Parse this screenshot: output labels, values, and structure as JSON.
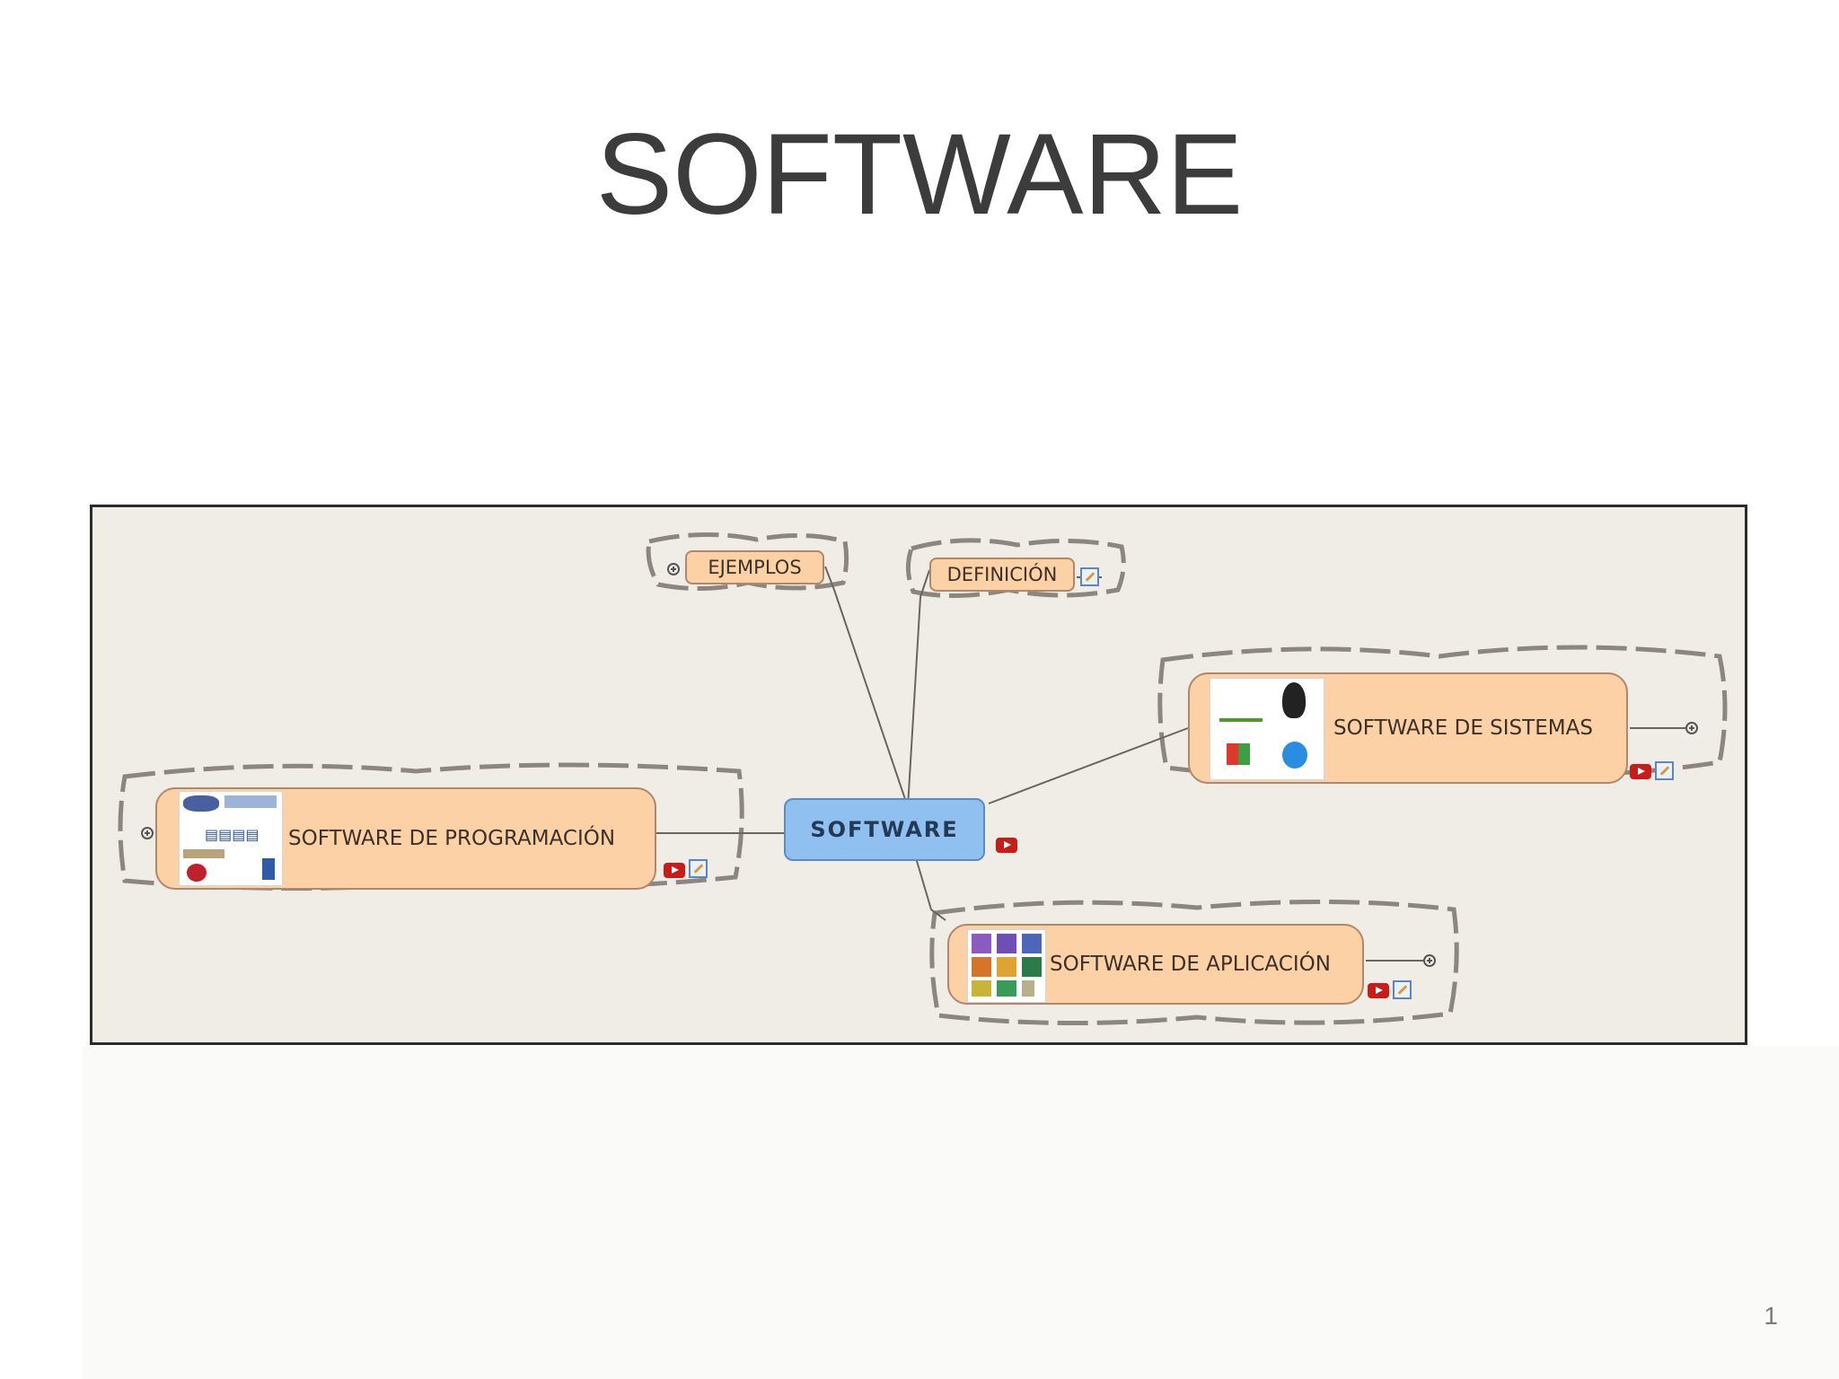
{
  "slide": {
    "title": "SOFTWARE",
    "page_number": "1"
  },
  "mindmap": {
    "central": {
      "label": "SOFTWARE"
    },
    "topics": {
      "ejemplos": {
        "label": "EJEMPLOS"
      },
      "definicion": {
        "label": "DEFINICIÓN"
      },
      "sistemas": {
        "label": "SOFTWARE DE SISTEMAS"
      },
      "programacion": {
        "label": "SOFTWARE DE PROGRAMACIÓN"
      },
      "aplicacion": {
        "label": "SOFTWARE DE APLICACIÓN"
      }
    },
    "colors": {
      "topic_fill": "#fcd1a6",
      "central_fill": "#8fc0f0",
      "boundary": "#8c8680",
      "canvas": "#f0ece6"
    },
    "icons": [
      "youtube-video-icon",
      "note-icon",
      "expand-collapse-icon"
    ]
  }
}
